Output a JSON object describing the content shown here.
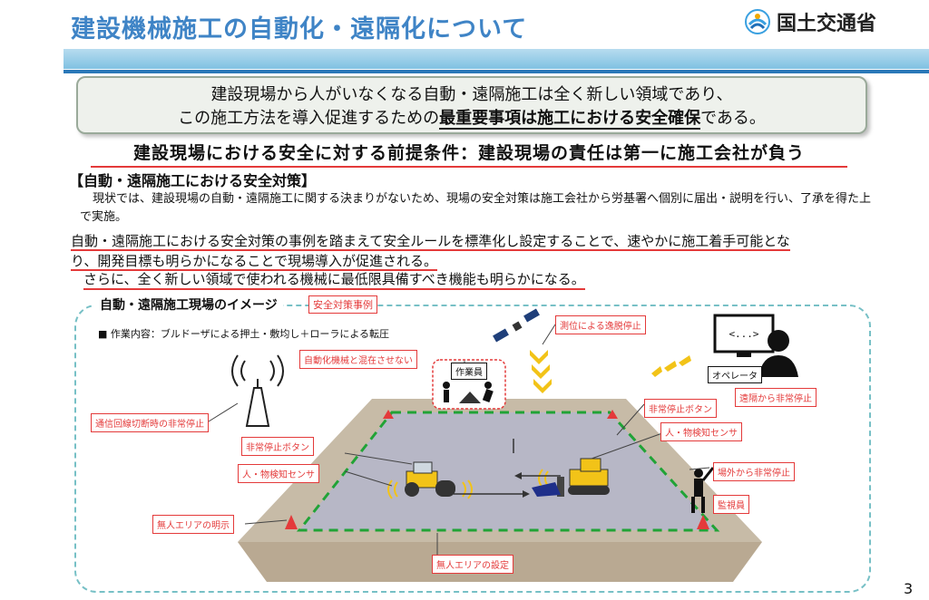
{
  "header": {
    "title": "建設機械施工の自動化・遠隔化について",
    "org": "国土交通省"
  },
  "intro": {
    "line1": "建設現場から人がいなくなる自動・遠隔施工は全く新しい領域であり、",
    "line2_pre": "この施工方法を導入促進するための",
    "line2_bold": "最重要事項は施工における安全確保",
    "line2_post": "である。"
  },
  "premise": "建設現場における安全に対する前提条件：建設現場の責任は第一に施工会社が負う",
  "section": {
    "heading": "【自動・遠隔施工における安全対策】",
    "para1": "現状では、建設現場の自動・遠隔施工に関する決まりがないため、現場の安全対策は施工会社から労基署へ個別に届出・説明を行い、了承を得た上で実施。",
    "para2_a": "自動・遠隔施工における安全対策の事例を踏まえて安全ルールを標準化し設定することで、速やかに施工着手可能とな",
    "para2_b": "り、開発目標も明らかになることで現場導入が促進される。",
    "para3": "さらに、全く新しい領域で使われる機械に最低限具備すべき機能も明らかになる。"
  },
  "diagram": {
    "heading": "自動・遠隔施工現場のイメージ",
    "tag": "安全対策事例",
    "work_desc": "■ 作業内容：ブルドーザによる押土・敷均し＋ローラによる転圧",
    "labels": {
      "comm_stop": "通信回線切断時の非常停止",
      "no_mix": "自動化機械と混在させない",
      "worker": "作業員",
      "gnss_stop": "測位による逸脱停止",
      "operator": "オペレータ",
      "remote_stop": "遠隔から非常停止",
      "estop_left": "非常停止ボタン",
      "sensor_left": "人・物検知センサ",
      "estop_right": "非常停止ボタン",
      "sensor_right": "人・物検知センサ",
      "offsite_stop": "場外から非常停止",
      "watcher": "監視員",
      "area_show": "無人エリアの明示",
      "area_set": "無人エリアの設定"
    }
  },
  "page_number": "3",
  "colors": {
    "title_blue": "#3f84c6",
    "accent_red": "#e43a3a",
    "boundary_green": "#21a336",
    "machine_yellow": "#f2c318"
  }
}
